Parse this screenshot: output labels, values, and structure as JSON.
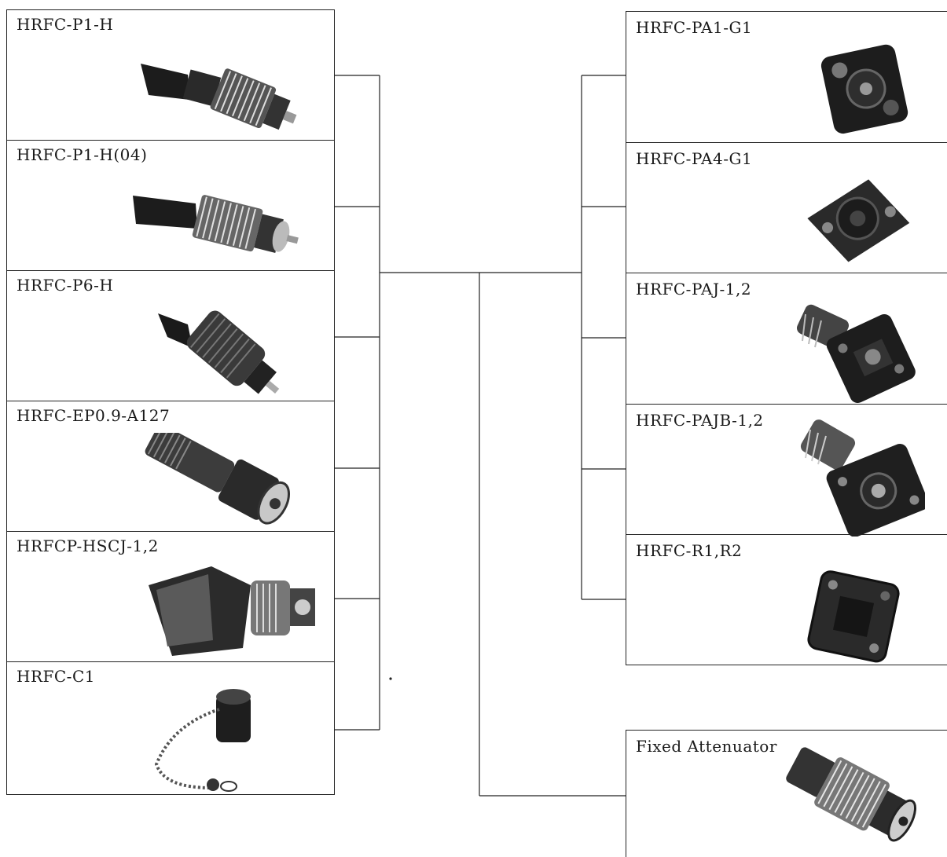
{
  "left_products": [
    {
      "label": "HRFC-P1-H"
    },
    {
      "label": "HRFC-P1-H(04)"
    },
    {
      "label": "HRFC-P6-H"
    },
    {
      "label": "HRFC-EP0.9-A127"
    },
    {
      "label": "HRFCP-HSCJ-1,2"
    },
    {
      "label": "HRFC-C1"
    }
  ],
  "right_products": [
    {
      "label": "HRFC-PA1-G1"
    },
    {
      "label": "HRFC-PA4-G1"
    },
    {
      "label": "HRFC-PAJ-1,2"
    },
    {
      "label": "HRFC-PAJB-1,2"
    },
    {
      "label": "HRFC-R1,R2"
    }
  ],
  "attenuator": {
    "label": "Fixed Attenuator"
  },
  "icons": {
    "plug": "fc-connector-plug-icon",
    "adaptor": "square-flange-adaptor-icon",
    "cap": "dust-cap-with-chain-icon",
    "attenuator": "fixed-attenuator-icon"
  }
}
